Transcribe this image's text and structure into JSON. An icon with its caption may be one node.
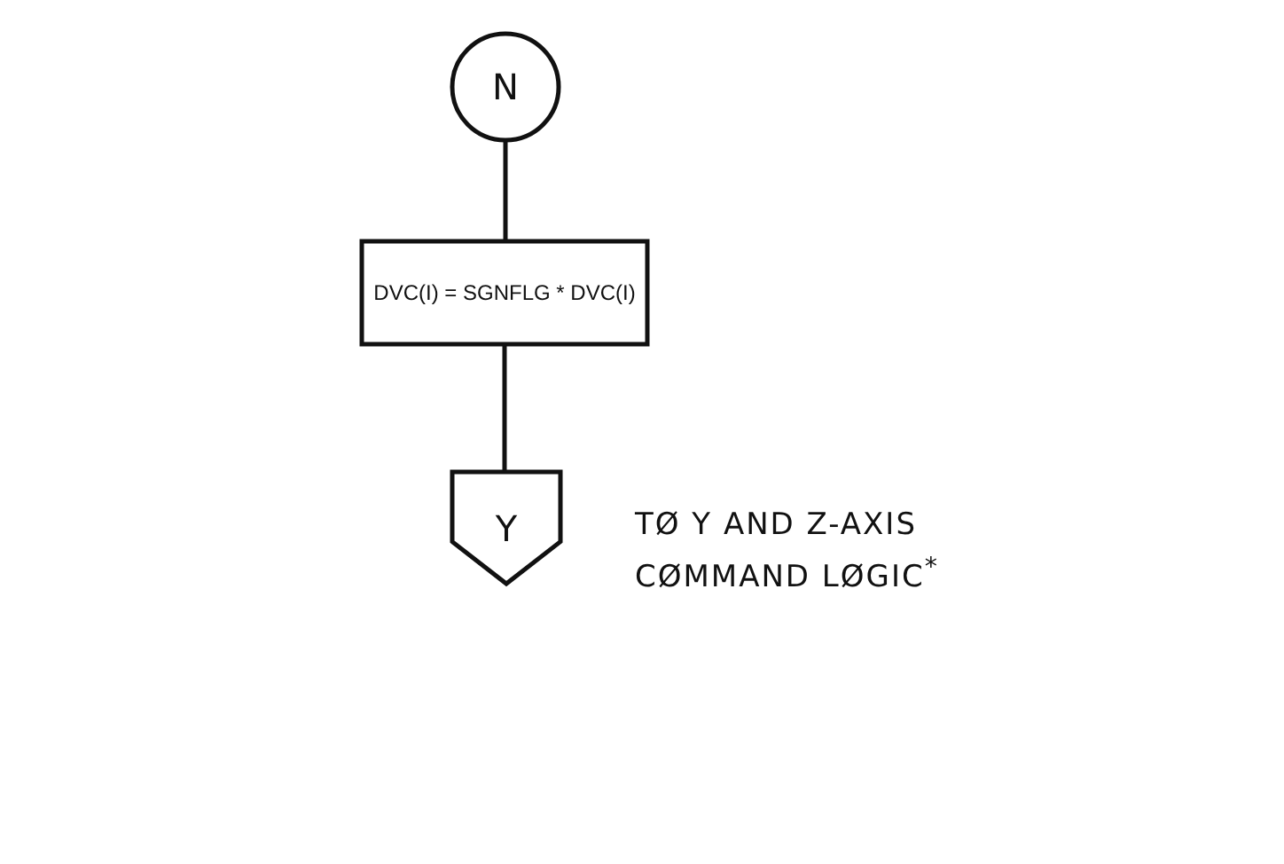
{
  "diagram": {
    "nodes": [
      {
        "text": [
          "N"
        ]
      },
      {
        "text": [
          "DVC(I) = SGNFLG * DVC(I)"
        ]
      },
      {
        "text": [
          "Y"
        ],
        "beside": [
          "TØ Y AND Z-AXIS CØMMAND LØGIC$^{*}$"
        ]
      }
    ],
    "edges": [
      {
        "from": 0,
        "to": 1,
        "arrow": "none"
      },
      {
        "from": 1,
        "to": 2,
        "arrow": "none"
      }
    ]
  }
}
